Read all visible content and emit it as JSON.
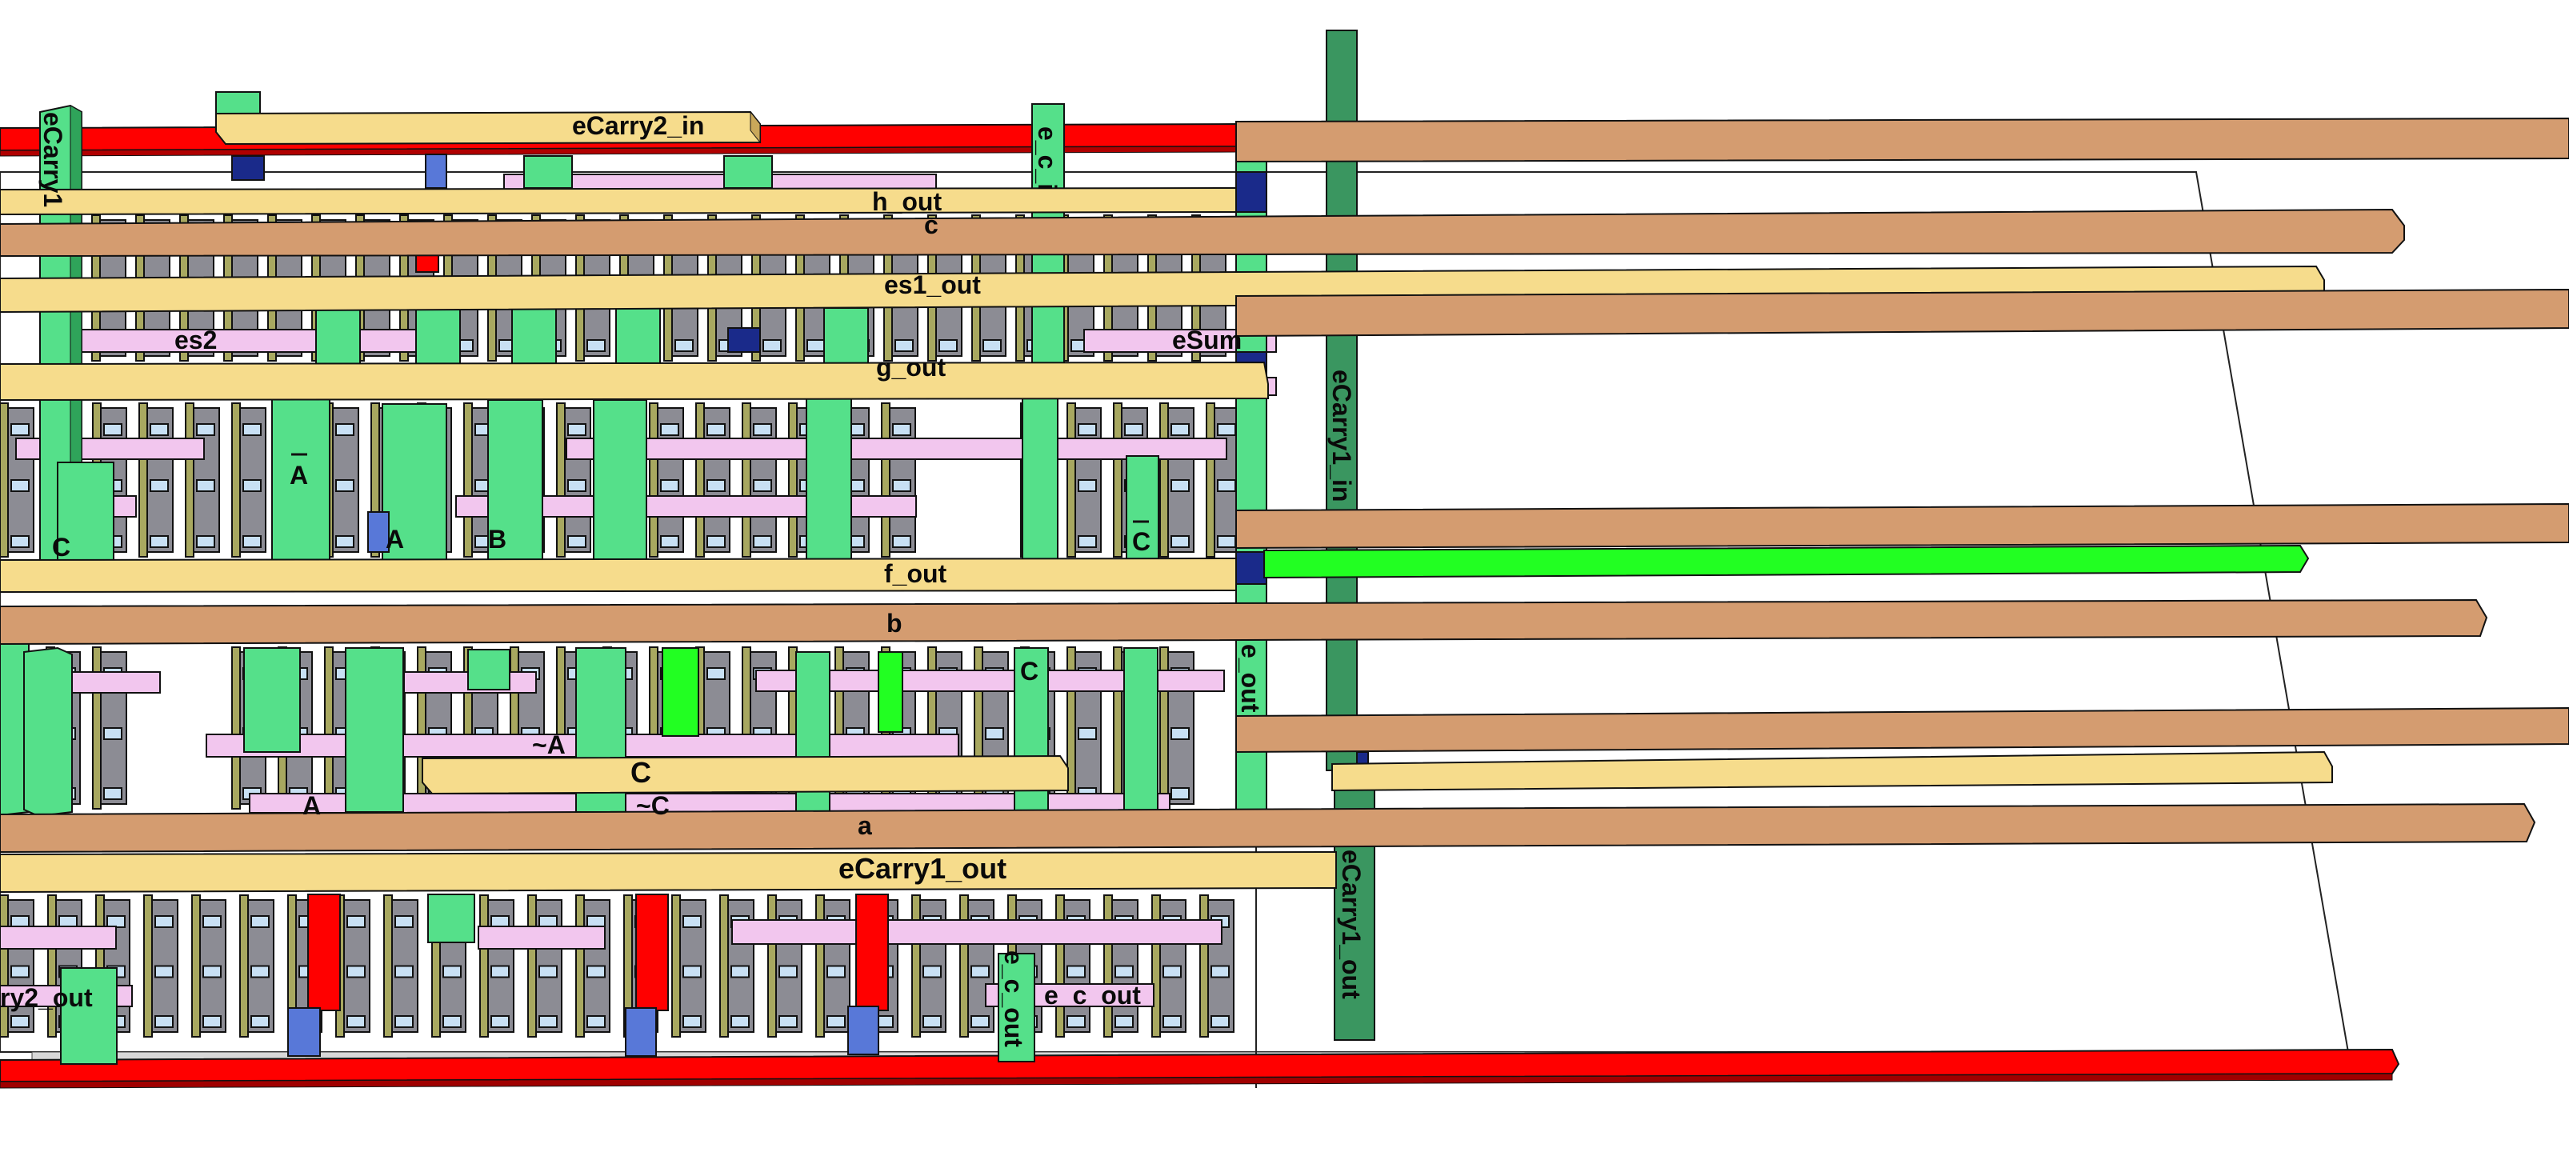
{
  "diagram": {
    "labels": {
      "ecarry2_in": "eCarry2_in",
      "ecarry1_left": "eCarry1",
      "e_c_top": "e_c_i",
      "h_out": "h_out",
      "c": "c",
      "es1_out": "es1_out",
      "es2": "es2",
      "esum": "eSum",
      "g_out": "g_out",
      "ecarry1_in": "eCarry1_in",
      "a_bar": "A",
      "a_mid": "A",
      "b_mid": "B",
      "c_left": "C",
      "c_right": "C",
      "f_out": "f_out",
      "b": "b",
      "c_lower": "C",
      "e_out": "e_out",
      "not_a": "~A",
      "c_bar": "C",
      "a_lower": "A",
      "not_c": "~C",
      "a": "a",
      "ecarry1_out_h": "eCarry1_out",
      "ecarry1_out_v": "eCarry1_out",
      "e_c_out_h": "e_c_out",
      "e_c_out_v": "e_c_out",
      "ecarry2_out": "ry2_out"
    },
    "colors": {
      "supply_red": "#ff0000",
      "wire_yellow": "#f6dc8c",
      "wire_tan": "#d49c70",
      "wire_green": "#55e08a",
      "wire_dark_green": "#3a9660",
      "wire_bright_green": "#22ff22",
      "poly_pink": "#f2c6ee",
      "poly_light_pink": "#f8d8dc",
      "device_gray": "#8c8c94",
      "device_olive": "#a8a860",
      "via_blue": "#5878d8",
      "via_navy": "#1a2a8a",
      "light_blue": "#c8e0f4",
      "outline": "#111111"
    }
  }
}
